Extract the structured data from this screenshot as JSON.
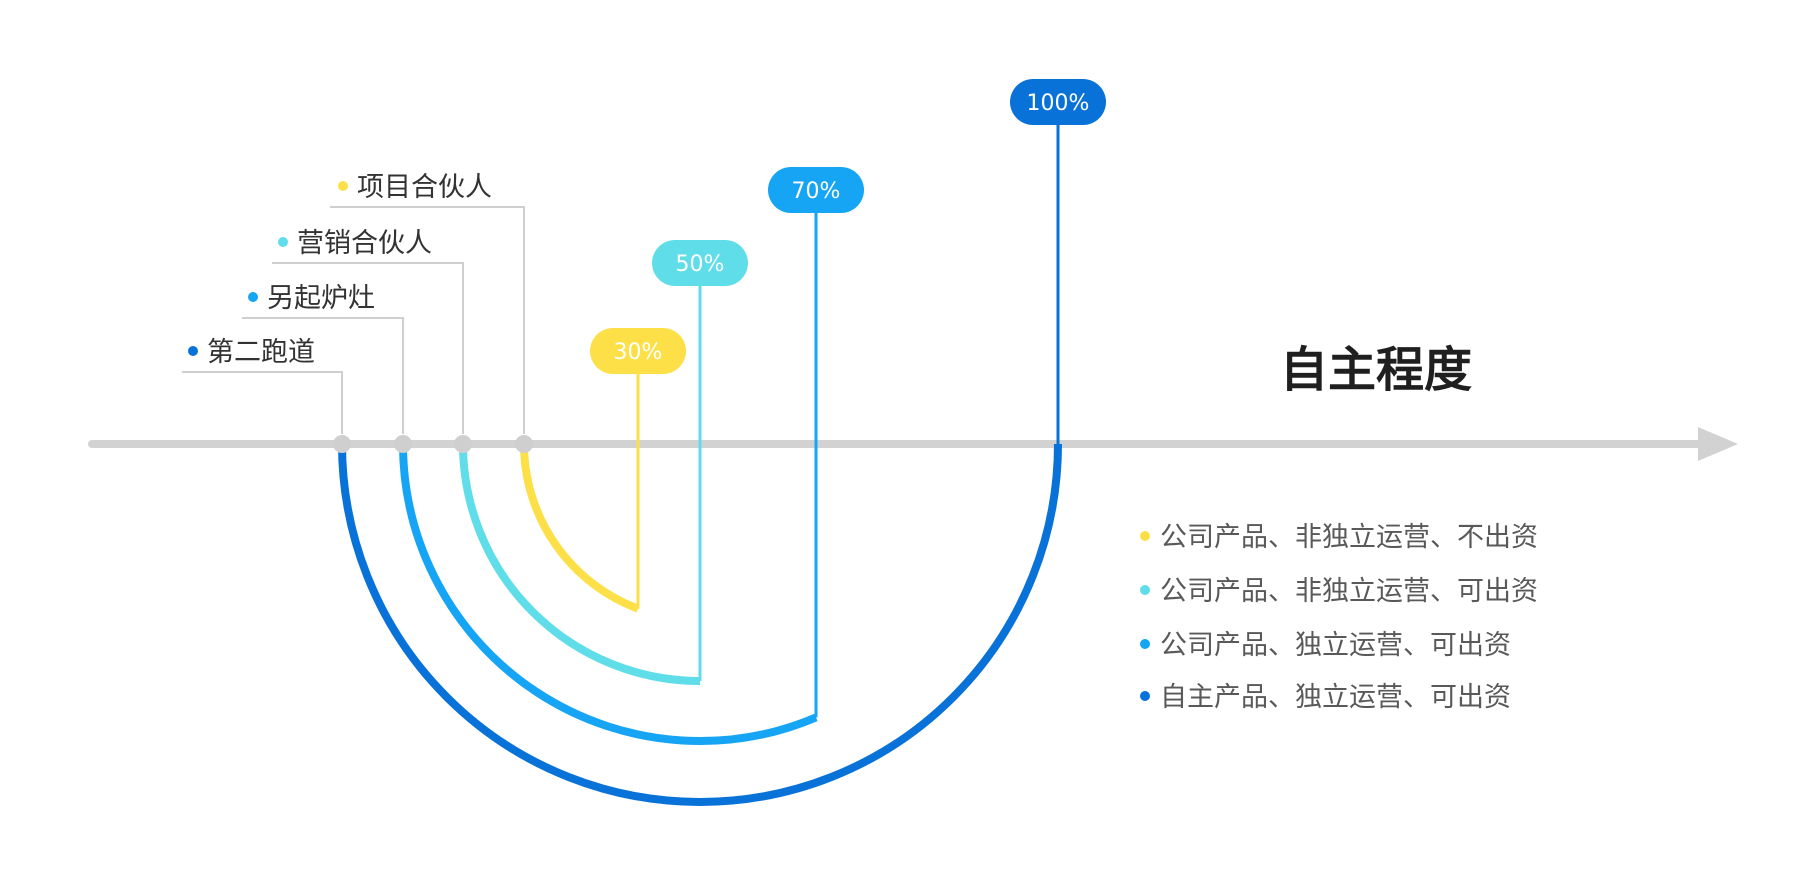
{
  "title": "自主程度",
  "colors": {
    "axis": "#d2d2d2",
    "connector": "#cfcfcf",
    "title": "#1f1f1f",
    "label": "#333333",
    "legend": "#595959"
  },
  "stages": [
    {
      "id": "project-partner",
      "name": "项目合伙人",
      "percent": "30%",
      "value": 30,
      "color": "#fde047",
      "desc": "公司产品、非独立运营、不出资"
    },
    {
      "id": "marketing-partner",
      "name": "营销合伙人",
      "percent": "50%",
      "value": 50,
      "color": "#5fdeea",
      "desc": "公司产品、非独立运营、可出资"
    },
    {
      "id": "new-venture",
      "name": "另起炉灶",
      "percent": "70%",
      "value": 70,
      "color": "#16a4f5",
      "desc": "公司产品、独立运营、可出资"
    },
    {
      "id": "second-track",
      "name": "第二跑道",
      "percent": "100%",
      "value": 100,
      "color": "#0872d8",
      "desc": "自主产品、独立运营、可出资"
    }
  ]
}
